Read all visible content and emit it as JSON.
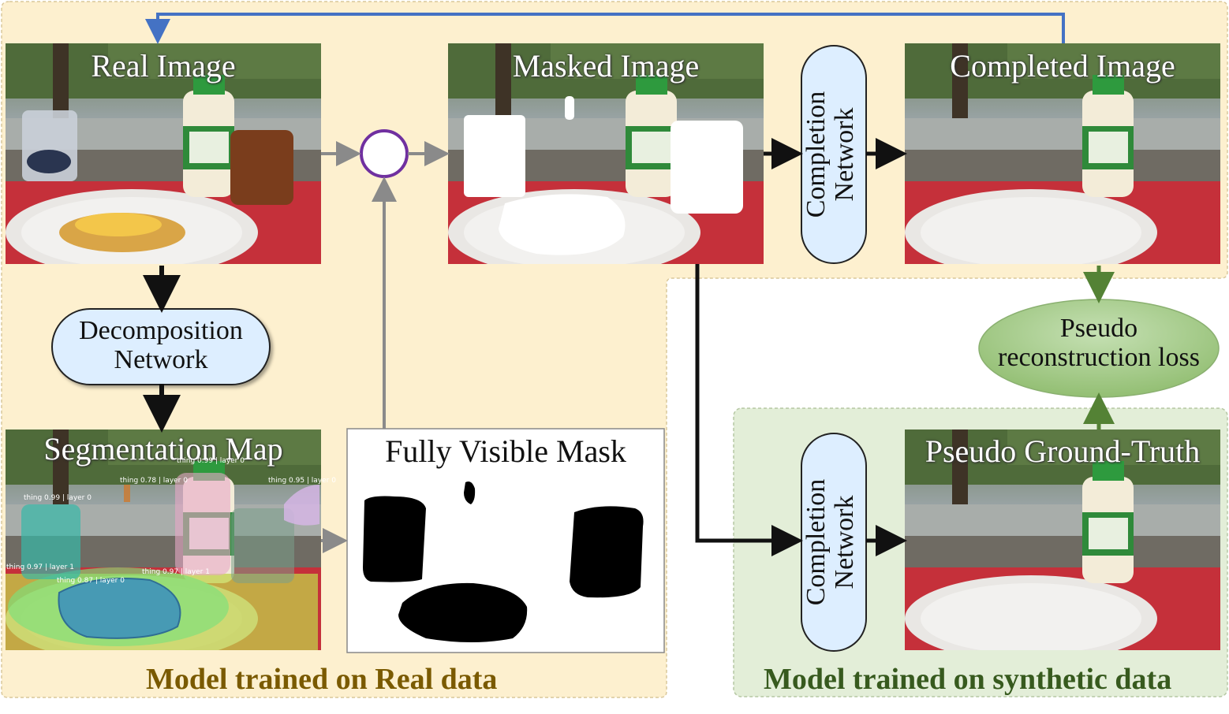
{
  "regions": {
    "real": {
      "caption": "Model trained on Real data",
      "caption_color": "#7a5a00",
      "fill": "#fdf0cf"
    },
    "synthetic": {
      "caption": "Model trained on synthetic data",
      "caption_color": "#375a1e",
      "fill": "#e3eed8"
    }
  },
  "images": {
    "real_image": "Real Image",
    "masked_image": "Masked Image",
    "completed_image": "Completed Image",
    "segmentation_map": "Segmentation Map",
    "fully_visible_mask": "Fully Visible Mask",
    "pseudo_ground_truth": "Pseudo Ground-Truth"
  },
  "nodes": {
    "decomposition_line1": "Decomposition",
    "decomposition_line2": "Network",
    "completion_top_line1": "Completion",
    "completion_top_line2": "Network",
    "completion_bottom_line1": "Completion",
    "completion_bottom_line2": "Network",
    "loss_line1": "Pseudo",
    "loss_line2": "reconstruction loss"
  },
  "segmentation_labels": [
    "thing 0.99 | layer 0",
    "thing 0.78 | layer 0",
    "thing 0.95 | layer 0",
    "thing 0.99 | layer 0",
    "thing 0.97 | layer 1",
    "thing 0.87 | layer 0",
    "thing 0.97 | layer 1"
  ],
  "colors": {
    "feedback_arrow": "#4472c4",
    "gray_arrow": "#8a8a8a",
    "black_arrow": "#111111",
    "green_arrow": "#548235",
    "node_fill": "#ddeeff",
    "loss_fill": "#a9d18e",
    "combine_circle": "#7030a0"
  }
}
